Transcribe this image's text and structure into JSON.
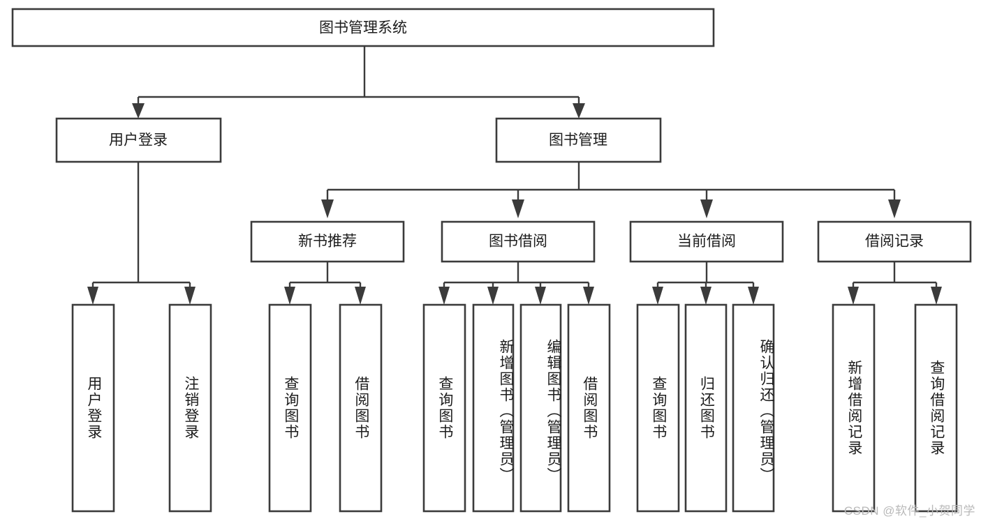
{
  "diagram": {
    "title": "图书管理系统",
    "type": "tree",
    "watermark": "CSDN @软件_小贺同学",
    "colors": {
      "box_stroke": "#3b3b3b",
      "box_fill": "#ffffff",
      "connector": "#3b3b3b",
      "text": "#1c1c1c",
      "background": "#ffffff",
      "watermark": "#b9b9b9"
    },
    "nodes": {
      "root": {
        "label": "图书管理系统"
      },
      "level2": [
        {
          "id": "user-login",
          "label": "用户登录"
        },
        {
          "id": "book-manage",
          "label": "图书管理"
        }
      ],
      "level3": [
        {
          "id": "new-book-recommend",
          "label": "新书推荐"
        },
        {
          "id": "book-borrow",
          "label": "图书借阅"
        },
        {
          "id": "current-borrow",
          "label": "当前借阅"
        },
        {
          "id": "borrow-record",
          "label": "借阅记录"
        }
      ],
      "leaves": {
        "user-login": [
          {
            "id": "leaf-user-login",
            "label": "用户登录"
          },
          {
            "id": "leaf-logout",
            "label": "注销登录"
          }
        ],
        "new-book-recommend": [
          {
            "id": "leaf-query-book-1",
            "label": "查询图书"
          },
          {
            "id": "leaf-borrow-book-1",
            "label": "借阅图书"
          }
        ],
        "book-borrow": [
          {
            "id": "leaf-query-book-2",
            "label": "查询图书"
          },
          {
            "id": "leaf-add-book",
            "label": "新增图书（管理员）"
          },
          {
            "id": "leaf-edit-book",
            "label": "编辑图书（管理员）"
          },
          {
            "id": "leaf-borrow-book-2",
            "label": "借阅图书"
          }
        ],
        "current-borrow": [
          {
            "id": "leaf-query-book-3",
            "label": "查询图书"
          },
          {
            "id": "leaf-return-book",
            "label": "归还图书"
          },
          {
            "id": "leaf-confirm-return",
            "label": "确认归还（管理员）"
          }
        ],
        "borrow-record": [
          {
            "id": "leaf-add-record",
            "label": "新增借阅记录"
          },
          {
            "id": "leaf-query-record",
            "label": "查询借阅记录"
          }
        ]
      }
    }
  }
}
